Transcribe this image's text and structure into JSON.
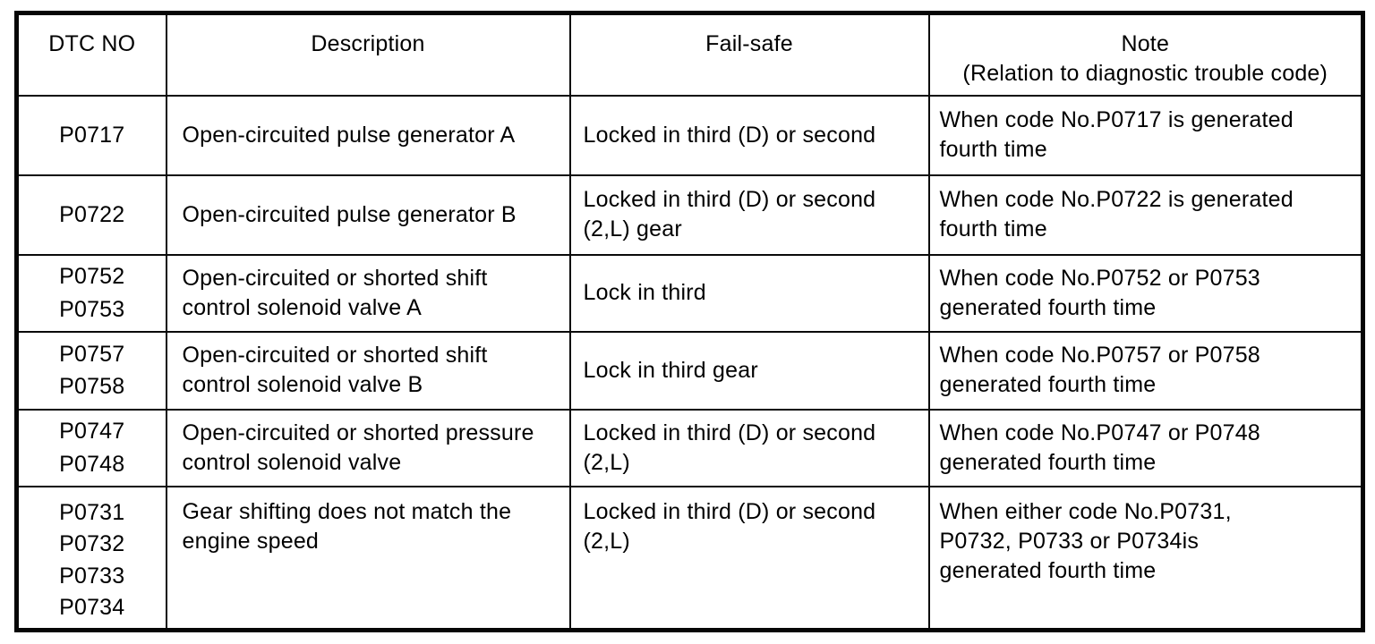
{
  "page": {
    "paper_color": "#ffffff",
    "ink_color": "#000000"
  },
  "table": {
    "headers": [
      "DTC NO",
      "Description",
      "Fail-safe",
      "Note\n(Relation to diagnostic trouble code)"
    ],
    "rows": [
      {
        "dtc": "P0717",
        "description": "Open-circuited pulse generator A",
        "fail_safe": "Locked in third (D) or second",
        "note": "When code No.P0717 is generated\nfourth time"
      },
      {
        "dtc": "P0722",
        "description": "Open-circuited pulse generator B",
        "fail_safe": "Locked in third (D) or second\n(2,L) gear",
        "note": "When code No.P0722 is generated\nfourth time"
      },
      {
        "dtc": "P0752\nP0753",
        "description": "Open-circuited or shorted shift\ncontrol solenoid valve A",
        "fail_safe": "Lock in third",
        "note": "When code No.P0752 or P0753\ngenerated fourth time"
      },
      {
        "dtc": "P0757\nP0758",
        "description": "Open-circuited or shorted shift\ncontrol solenoid valve B",
        "fail_safe": "Lock in third gear",
        "note": "When code No.P0757 or P0758\ngenerated fourth time"
      },
      {
        "dtc": "P0747\nP0748",
        "description": "Open-circuited or shorted pressure\ncontrol solenoid valve",
        "fail_safe": "Locked in third (D) or second\n(2,L)",
        "note": "When code No.P0747 or P0748\ngenerated fourth time"
      },
      {
        "dtc": "P0731\nP0732\nP0733\nP0734",
        "description": "Gear shifting does not match the\nengine speed",
        "fail_safe": "Locked in third (D) or second\n(2,L)",
        "note": "When either code No.P0731,\nP0732, P0733 or P0734is\ngenerated fourth time"
      }
    ]
  }
}
